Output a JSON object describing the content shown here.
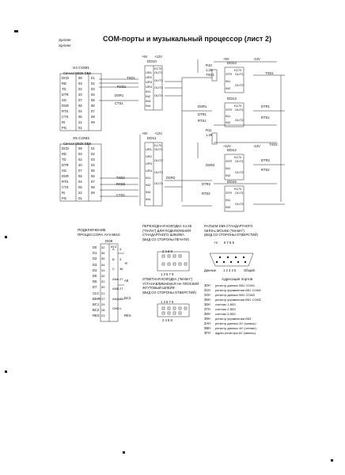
{
  "header": {
    "title": "COM-порты и музыкальный процессор (лист 2)",
    "logo_lines": [
      "Sprinter",
      "Sprinter"
    ]
  },
  "com1": {
    "label": "X4 COM1",
    "sub": "Сигнал DB25 DB9",
    "rows": [
      [
        "DCD",
        "08",
        "01"
      ],
      [
        "RD",
        "03",
        "02"
      ],
      [
        "TD",
        "02",
        "03"
      ],
      [
        "DTR",
        "20",
        "04"
      ],
      [
        "SG",
        "07",
        "05"
      ],
      [
        "DSR",
        "06",
        "06"
      ],
      [
        "RTS",
        "04",
        "07"
      ],
      [
        "CTS",
        "05",
        "08"
      ],
      [
        "RI",
        "22",
        "09"
      ],
      [
        "PG",
        "01",
        ""
      ]
    ]
  },
  "com2": {
    "label": "X5 COM2",
    "sub": "Сигнал DB25 DB9",
    "rows": [
      [
        "DCD",
        "08",
        "01"
      ],
      [
        "RD",
        "03",
        "02"
      ],
      [
        "TD",
        "02",
        "03"
      ],
      [
        "DTR",
        "20",
        "04"
      ],
      [
        "SG",
        "07",
        "05"
      ],
      [
        "DSR",
        "06",
        "06"
      ],
      [
        "RTS",
        "04",
        "07"
      ],
      [
        "CTS",
        "05",
        "08"
      ],
      [
        "RI",
        "22",
        "09"
      ],
      [
        "PG",
        "01",
        ""
      ]
    ]
  },
  "chips": {
    "dd10": {
      "name": "DD10",
      "power": [
        "+5V",
        "+12V"
      ],
      "part": "K170",
      "left": [
        "UR1",
        "UR2",
        "UR3",
        "UR4",
        "IN1",
        "IN2",
        "IN3",
        "IN4"
      ],
      "right": [
        "OUT1",
        "OUT2",
        "OUT3",
        "OUT4"
      ]
    },
    "dd11": {
      "name": "DD11",
      "power": [
        "+5V",
        "+12V"
      ],
      "part": "K170",
      "left": [
        "UR1",
        "UR2",
        "UR3",
        "UR4",
        "IN1",
        "IN2",
        "IN3",
        "IN4"
      ],
      "right": [
        "OUT1",
        "OUT2",
        "OUT3",
        "OUT4"
      ]
    },
    "dd12": {
      "name": "DD12",
      "part": "K170",
      "left": [
        "STR",
        "IN1",
        "IN2"
      ],
      "right": [
        "OUT1",
        "OUT2"
      ]
    },
    "dd13": {
      "name": "DD13",
      "part": "K170",
      "left": [
        "STR",
        "IN1",
        "IN2"
      ],
      "right": [
        "OUT1",
        "OUT2"
      ]
    },
    "dd14": {
      "name": "DD14",
      "part": "K170",
      "left": [
        "STR",
        "IN1",
        "IN2"
      ],
      "right": [
        "OUT1",
        "OUT2"
      ]
    },
    "dd15": {
      "name": "DD15",
      "part": "K170",
      "left": [
        "STR",
        "IN1",
        "IN2"
      ],
      "right": [
        "OUT1",
        "OUT2"
      ]
    }
  },
  "signals": {
    "top": [
      "TXD1",
      "TXD1",
      "RXD1",
      "DSR1",
      "CTS1",
      "DTR1",
      "RTS1",
      "TXD1",
      "DSR1",
      "DTR1",
      "RTS1"
    ],
    "mid": [
      "TXD2",
      "RXD2",
      "DSR2",
      "CTS2",
      "DTR2",
      "RTS2",
      "TXD2",
      "DSR2",
      "DTR2",
      "RTS2"
    ],
    "resistors": [
      "R10",
      "1.2K",
      "R11",
      "1.2K"
    ],
    "rails": [
      "+5V",
      "-12V",
      "+12V",
      "-12V"
    ]
  },
  "sound": {
    "caption": [
      "ПОДКЛЮЧЕНИЕ",
      "ПРОЦЕССОРА AY3-8910"
    ],
    "chip": "DD9",
    "chip_part": "AY3",
    "left": [
      [
        "D0",
        "32"
      ],
      [
        "D1",
        "36"
      ],
      [
        "D2",
        "35"
      ],
      [
        "D3",
        "34"
      ],
      [
        "D4",
        "33"
      ],
      [
        "D5",
        "32"
      ],
      [
        "D6",
        "31"
      ],
      [
        "D7",
        "30"
      ],
      [
        "CLC",
        "21"
      ],
      [
        "BDIR",
        "27"
      ],
      [
        "BC1",
        "29"
      ],
      [
        "BC2",
        "28"
      ],
      [
        "RES",
        "23"
      ]
    ],
    "right": [
      [
        "A",
        "4"
      ],
      [
        "B",
        "3"
      ],
      [
        "C",
        "38"
      ],
      [
        "ANA",
        "27"
      ],
      [
        "ANB",
        "27"
      ],
      [
        "ANC",
        "27"
      ],
      [
        "GND",
        "1"
      ]
    ],
    "side_labels": [
      "-8",
      "A8",
      "BC2",
      "RES"
    ]
  },
  "connectors": {
    "header_caption": [
      "ПЕРЕХОДНАЯ КОЛОДКА X4,X5",
      "(\"ПАПА\") ДЛЯ ПОДКЛЮЧЕНИЯ",
      "СТАНДАРТНОГО ШЛЕЙФА",
      "(ВИД СО СТОРОНЫ ПЕЧАТИ)"
    ],
    "header_top_row": "2 4 6 8",
    "header_bottom_row": "1 3 5 7 9",
    "female_caption": [
      "ОТВЕТНАЯ КОЛОДКА (\"МАМА\")",
      "УСТАНАВЛИВАЕМАЯ НА ПЛОСКИЙ",
      "ЖГУТОВЫЙ ШЛЕЙФ",
      "(ВИД СО СТОРОНЫ ОТВЕРСТИЙ)"
    ],
    "female_top_row": "1 3 5 7 9",
    "female_bottom_row": "2 4 6 8",
    "db9_caption": [
      "РАЗЪЕМ DB9 СТАНДАРТНОГО",
      "SERIAL MOUSE (\"МАМА\")",
      "(ВИД СО СТОРОНЫ ОТВЕРСТИЙ)"
    ],
    "db9_top": "6 7 8 9",
    "db9_bottom": "1 2 3 4 5",
    "db9_labels": [
      "+V",
      "Данные",
      "Общий"
    ]
  },
  "ports": {
    "title": "Адресация портов",
    "rows": [
      [
        "30H",
        "регистр данных В51 COM1"
      ],
      [
        "31H",
        "регистр управления В51 COM1"
      ],
      [
        "34H",
        "регистр данных В51 COM2"
      ],
      [
        "35H",
        "регистр управления В51 COM2"
      ],
      [
        "36H",
        "счетчик 1 В53"
      ],
      [
        "37H",
        "счетчик 2 В53"
      ],
      [
        "38H",
        "счетчик 3 В53"
      ],
      [
        "39H",
        "регистр управления В53"
      ],
      [
        "3AH",
        "регистр данных AY (запись)"
      ],
      [
        "3BH",
        "регистр данных AY (чтение)"
      ],
      [
        "3FH",
        "адрес регистра AY (запись)"
      ]
    ]
  }
}
